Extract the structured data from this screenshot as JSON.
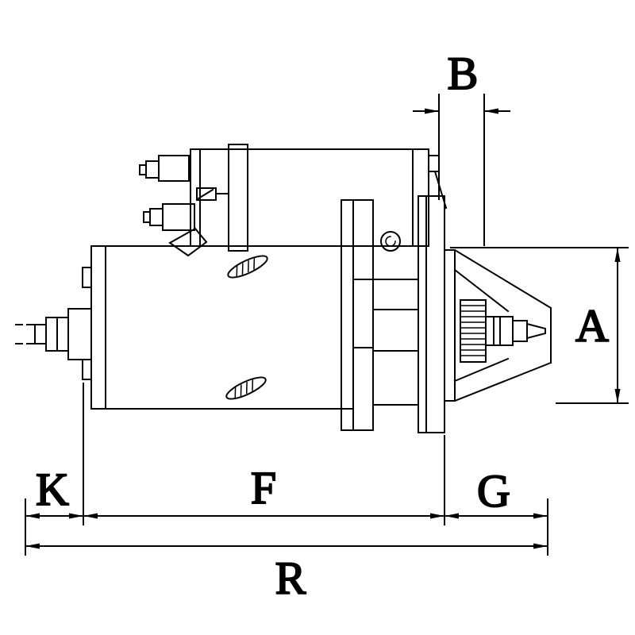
{
  "page": {
    "background": "#ffffff",
    "line_color": "#000000"
  },
  "diagram": {
    "subject": "starter-motor-side-view-dimensioned-drawing",
    "labels": {
      "top_width": "B",
      "right_height": "A",
      "bottom_left": "K",
      "bottom_middle": "F",
      "bottom_right": "G",
      "bottom_overall": "R"
    }
  }
}
